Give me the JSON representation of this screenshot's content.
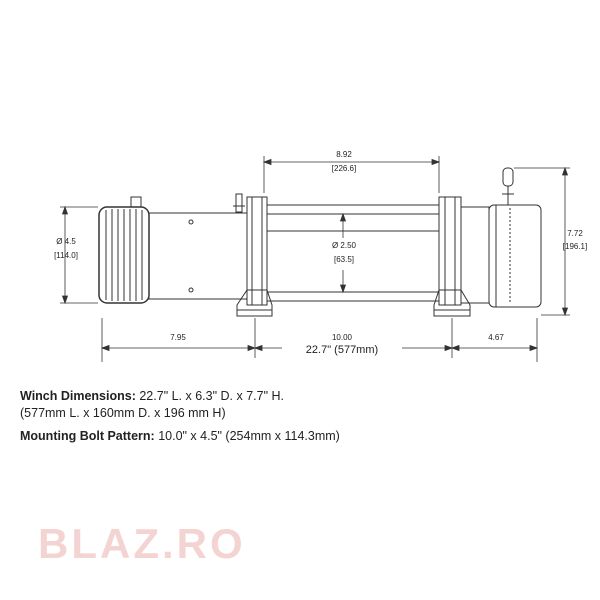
{
  "diagram": {
    "dims": {
      "drum_length": "8.92",
      "drum_length_mm": "[226.6]",
      "height": "7.72",
      "height_mm": "[196.1]",
      "motor_diameter": "Ø 4.5",
      "motor_diameter_mm": "[114.0]",
      "drum_diameter": "Ø 2.50",
      "drum_diameter_mm": "[63.5]",
      "left_segment": "7.95",
      "middle_segment": "10.00",
      "right_segment": "4.67",
      "overall_length": "22.7\" (577mm)"
    }
  },
  "specs": {
    "winch_label": "Winch Dimensions:",
    "winch_value": "22.7\" L. x 6.3\" D. x 7.7\" H.",
    "winch_metric": "(577mm L. x 160mm D. x 196 mm H)",
    "bolt_label": "Mounting Bolt Pattern:",
    "bolt_value": "10.0\" x 4.5\" (254mm x 114.3mm)"
  },
  "watermark": "BLAZ.RO",
  "colors": {
    "line": "#333333",
    "watermark": "#f3d4d2"
  }
}
